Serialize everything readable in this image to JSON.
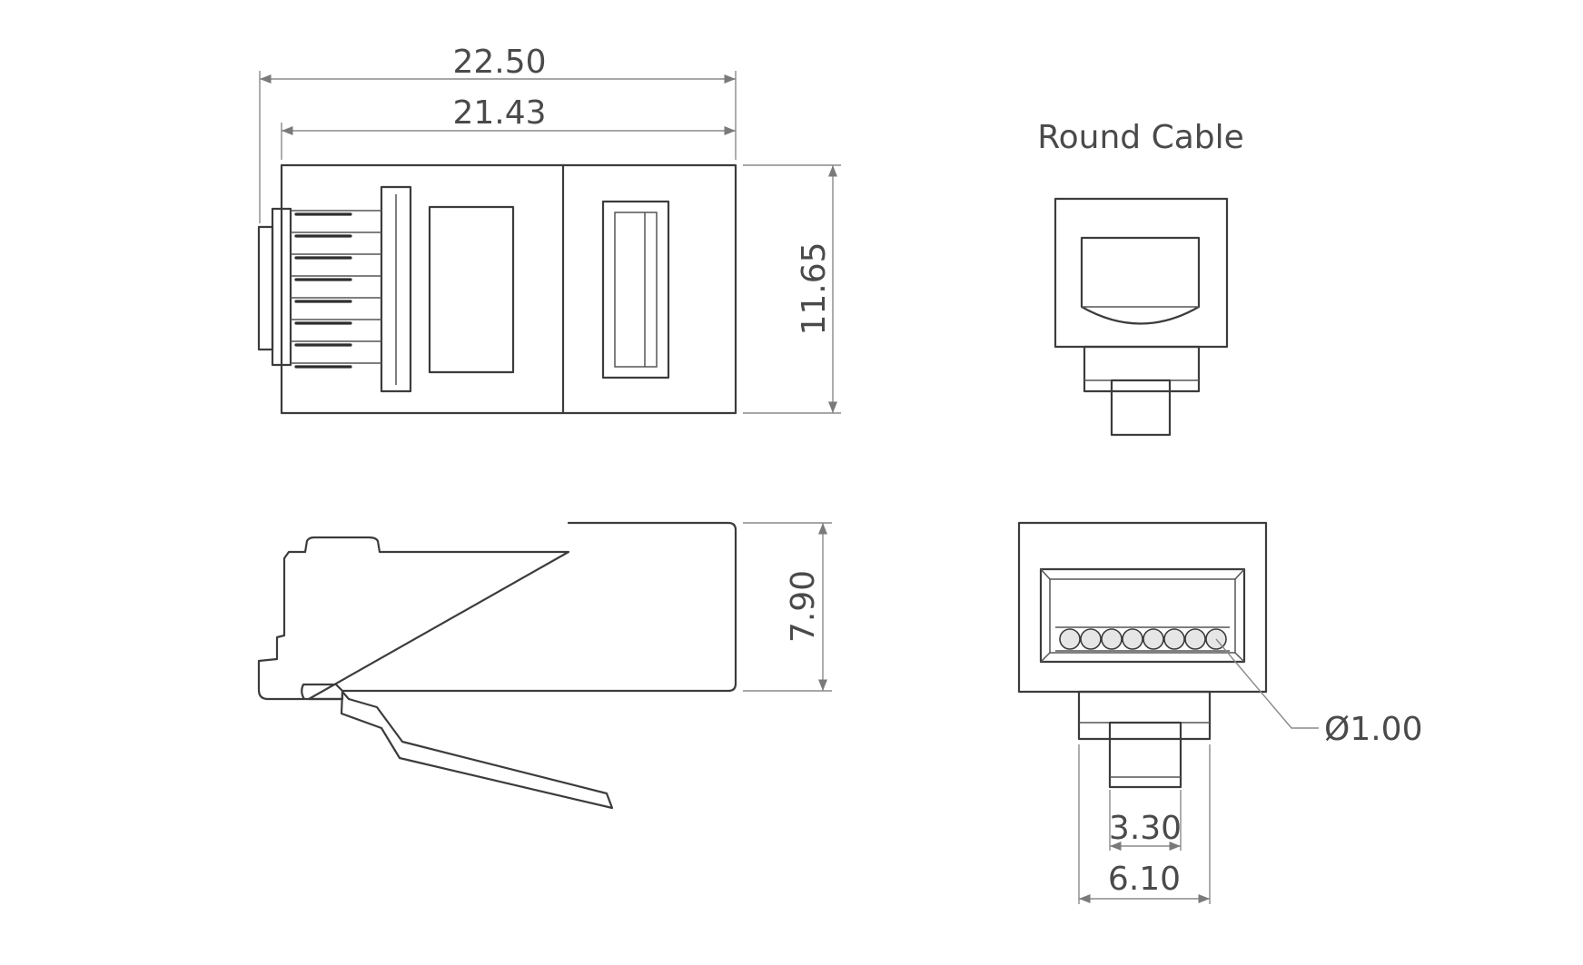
{
  "labels": {
    "round_cable": "Round Cable"
  },
  "dimensions": {
    "overall_length": "22.50",
    "body_length": "21.43",
    "width": "11.65",
    "height": "7.90",
    "contact_diameter": "Ø1.00",
    "inner_tab_width": "3.30",
    "outer_tab_width": "6.10"
  },
  "colors": {
    "line": "#3c3c3c",
    "dimension": "#8a8a8a",
    "text": "#4a4a4a"
  }
}
